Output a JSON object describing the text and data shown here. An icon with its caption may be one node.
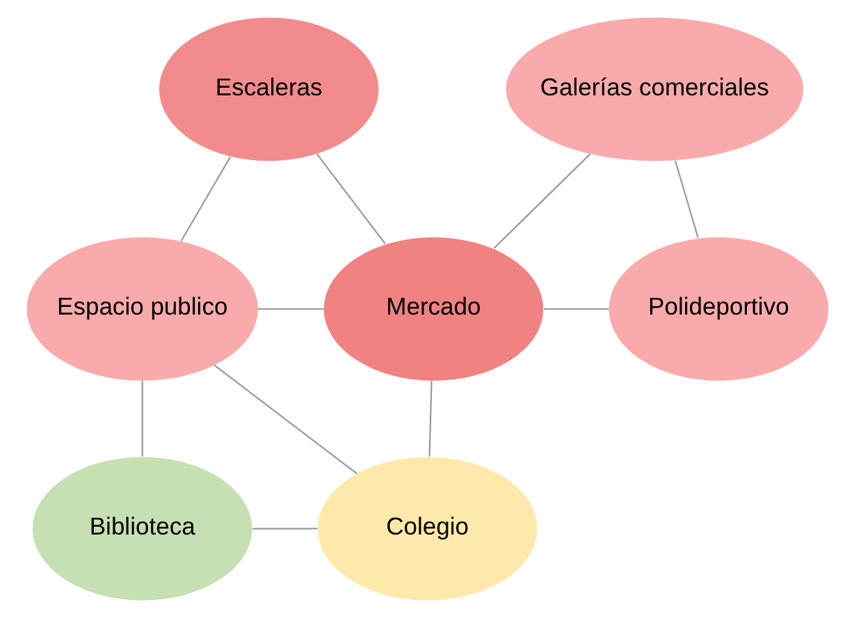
{
  "diagram": {
    "nodes": [
      {
        "text": [
          "Escaleras"
        ]
      },
      {
        "text": [
          "Galerías comerciales"
        ]
      },
      {
        "text": [
          "Espacio publico"
        ]
      },
      {
        "text": [
          "Mercado"
        ]
      },
      {
        "text": [
          "Polideportivo"
        ]
      },
      {
        "text": [
          "Biblioteca"
        ]
      },
      {
        "text": [
          "Colegio"
        ]
      }
    ],
    "edges": [
      {
        "from": 0,
        "to": 2,
        "arrow": "none"
      },
      {
        "from": 0,
        "to": 3,
        "arrow": "none"
      },
      {
        "from": 1,
        "to": 3,
        "arrow": "none"
      },
      {
        "from": 1,
        "to": 4,
        "arrow": "none"
      },
      {
        "from": 2,
        "to": 3,
        "arrow": "none"
      },
      {
        "from": 3,
        "to": 4,
        "arrow": "none"
      },
      {
        "from": 2,
        "to": 5,
        "arrow": "none"
      },
      {
        "from": 2,
        "to": 6,
        "arrow": "none"
      },
      {
        "from": 3,
        "to": 6,
        "arrow": "none"
      },
      {
        "from": 5,
        "to": 6,
        "arrow": "none"
      }
    ]
  }
}
